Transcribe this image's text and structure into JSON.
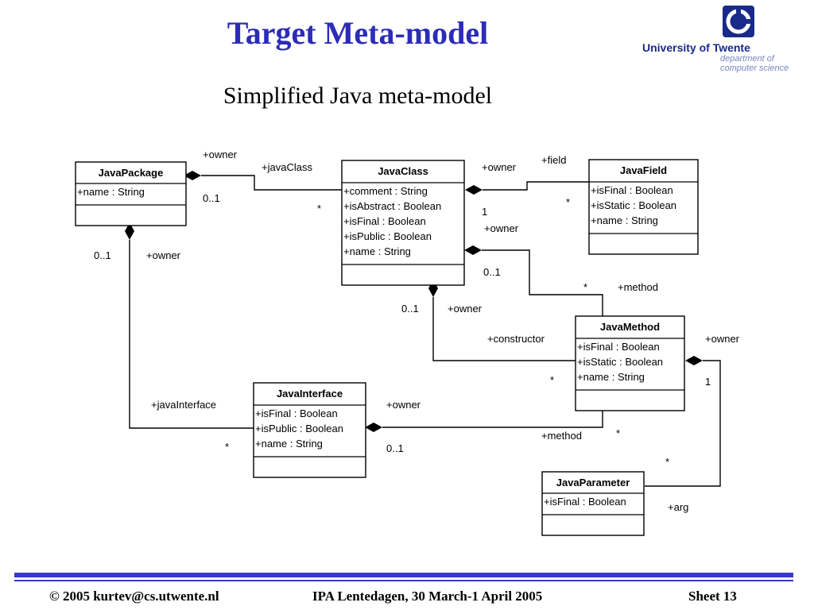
{
  "header": {
    "title": "Target Meta-model",
    "subtitle": "Simplified Java meta-model",
    "logo": {
      "university": "University of Twente",
      "dept_line1": "department of",
      "dept_line2": "computer science"
    }
  },
  "classes": [
    {
      "id": "javapackage",
      "name": "JavaPackage",
      "attributes": [
        "+name : String"
      ]
    },
    {
      "id": "javaclass",
      "name": "JavaClass",
      "attributes": [
        "+comment : String",
        "+isAbstract : Boolean",
        "+isFinal : Boolean",
        "+isPublic : Boolean",
        "+name : String"
      ]
    },
    {
      "id": "javafield",
      "name": "JavaField",
      "attributes": [
        "+isFinal : Boolean",
        "+isStatic : Boolean",
        "+name : String"
      ]
    },
    {
      "id": "javamethod",
      "name": "JavaMethod",
      "attributes": [
        "+isFinal : Boolean",
        "+isStatic : Boolean",
        "+name : String"
      ]
    },
    {
      "id": "javainterface",
      "name": "JavaInterface",
      "attributes": [
        "+isFinal : Boolean",
        "+isPublic : Boolean",
        "+name : String"
      ]
    },
    {
      "id": "javaparameter",
      "name": "JavaParameter",
      "attributes": [
        "+isFinal : Boolean"
      ]
    }
  ],
  "labels": [
    "+owner",
    "+javaClass",
    "0..1",
    "*",
    "+owner",
    "+field",
    "1",
    "*",
    "+owner",
    "0..1",
    "*",
    "+method",
    "0..1",
    "+owner",
    "+constructor",
    "*",
    "0..1",
    "+owner",
    "+javaInterface",
    "*",
    "+owner",
    "0..1",
    "+method",
    "*",
    "+owner",
    "1",
    "*",
    "+arg"
  ],
  "footer": {
    "left": "© 2005  kurtev@cs.utwente.nl",
    "center": "IPA Lentedagen, 30 March-1 April 2005",
    "right": "Sheet 13"
  }
}
